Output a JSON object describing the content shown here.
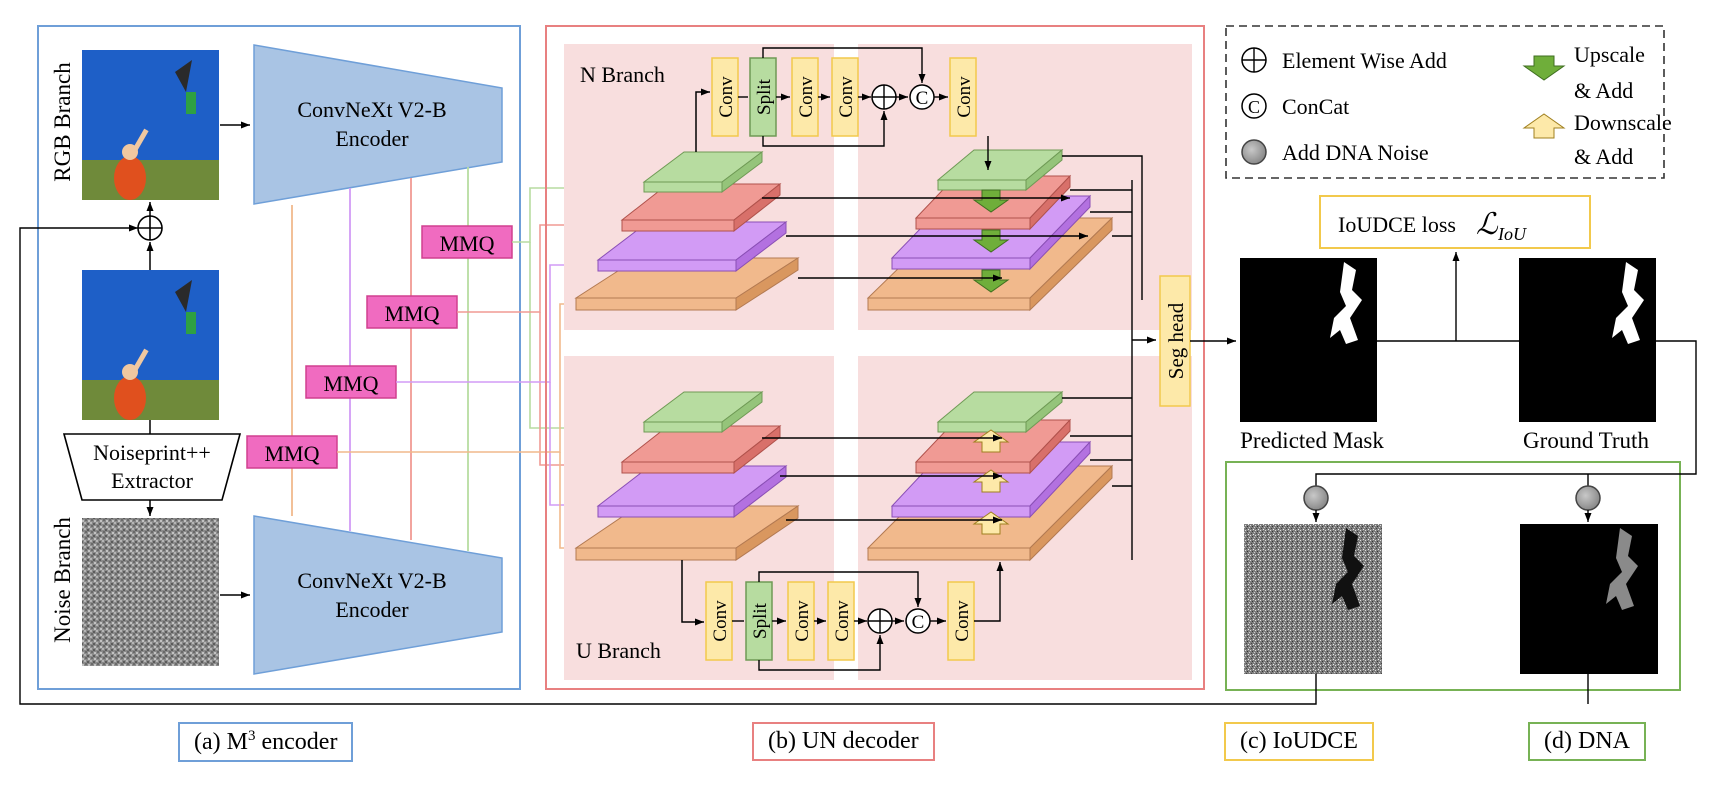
{
  "encoder": {
    "rgb_branch": "RGB Branch",
    "noise_branch": "Noise Branch",
    "encoder_line1": "ConvNeXt V2-B",
    "encoder_line2": "Encoder",
    "extractor_line1": "Noiseprint++",
    "extractor_line2": "Extractor",
    "mmq": "MMQ"
  },
  "decoder": {
    "n_branch": "N Branch",
    "u_branch": "U Branch",
    "conv": "Conv",
    "split": "Split",
    "seg_head": "Seg head",
    "concat_symbol": "C"
  },
  "legend": {
    "add": "Element Wise Add",
    "concat": "ConCat",
    "dna": "Add DNA Noise",
    "upscale_1": "Upscale",
    "upscale_2": "& Add",
    "downscale_1": "Downscale",
    "downscale_2": "& Add",
    "concat_symbol": "C"
  },
  "loss": {
    "label": "IoUDCE loss",
    "symbol": "ℒ",
    "subscript": "IoU"
  },
  "outputs": {
    "predicted": "Predicted Mask",
    "ground_truth": "Ground Truth"
  },
  "captions": {
    "a_prefix": "(a) M",
    "a_sup": "3",
    "a_suffix": " encoder",
    "b": "(b) UN decoder",
    "c": "(c) IoUDCE",
    "d": "(d) DNA"
  },
  "colors": {
    "encoder_border": "#6f9fd8",
    "decoder_border": "#e88080",
    "iou_border": "#f2c94c",
    "dna_border": "#77b255",
    "encoder_fill": "#a9c4e4",
    "mmq_fill": "#f06bc0",
    "conv_fill": "#fde9a9",
    "split_fill": "#b7dca0",
    "panel_fill": "#f8dede",
    "layer_green": "#b7dca0",
    "layer_red": "#f09a94",
    "layer_purple": "#d29bf5",
    "layer_orange": "#f1b98c"
  }
}
